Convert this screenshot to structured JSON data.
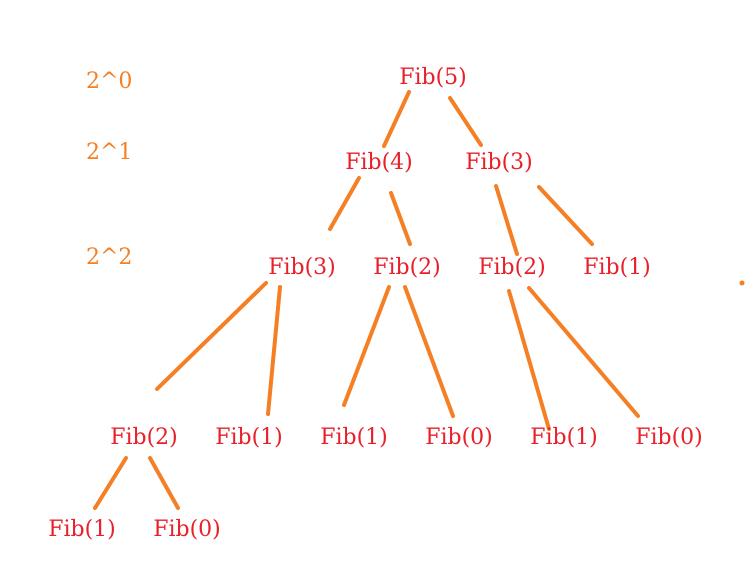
{
  "colors": {
    "node_text": "#e8202a",
    "edge": "#f47f24",
    "level_text": "#f47f24",
    "background": "#ffffff"
  },
  "levels": [
    "2^0",
    "2^1",
    "2^2"
  ],
  "nodes": [
    "Fib(5)",
    "Fib(4)",
    "Fib(3)",
    "Fib(3)",
    "Fib(2)",
    "Fib(2)",
    "Fib(1)",
    "Fib(2)",
    "Fib(1)",
    "Fib(1)",
    "Fib(0)",
    "Fib(1)",
    "Fib(0)",
    "Fib(1)",
    "Fib(0)"
  ]
}
